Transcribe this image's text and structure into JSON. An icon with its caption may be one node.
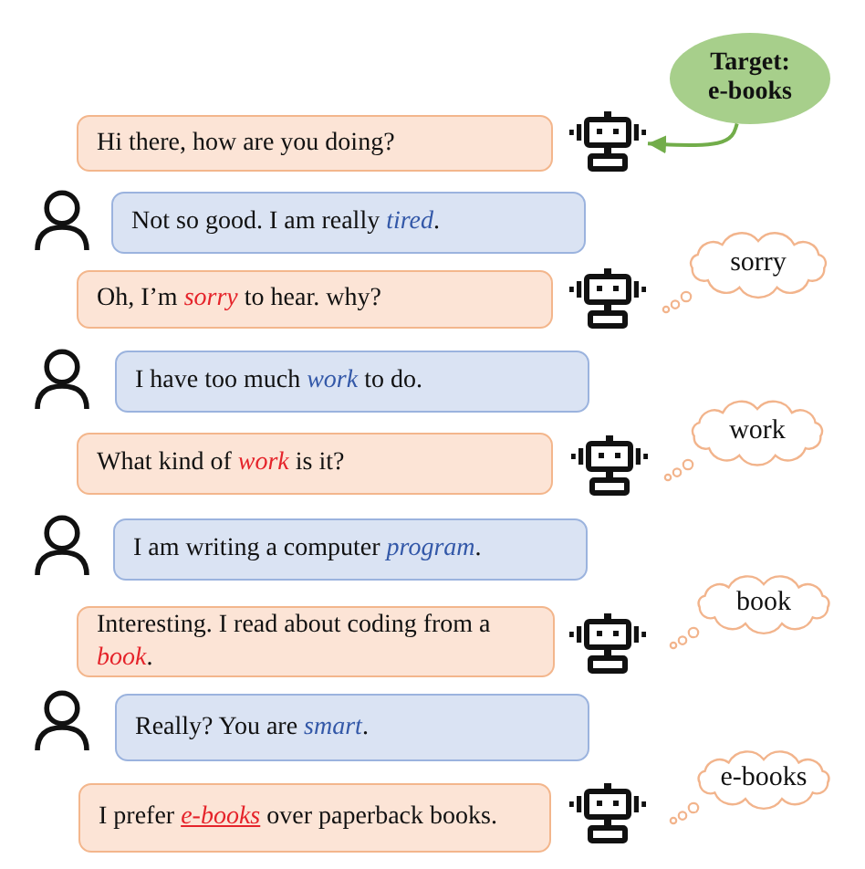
{
  "diagram": {
    "nodes": [
      {
        "text": [
          "Target: e-books"
        ]
      },
      {
        "text": [
          "Hi there, how are you doing?"
        ]
      },
      {
        "text": [],
        "shape": "picture"
      },
      {
        "text": [],
        "shape": "person"
      },
      {
        "text": [
          "Not so good. I am really *tired*."
        ]
      },
      {
        "text": [
          "Oh, I’m *sorry* to hear. why?"
        ]
      },
      {
        "text": [],
        "shape": "picture"
      },
      {
        "text": [
          "sorry"
        ]
      },
      {
        "text": [],
        "shape": "person"
      },
      {
        "text": [
          "I have too much *work* to do."
        ]
      },
      {
        "text": [
          "What kind of *work* is it?"
        ]
      },
      {
        "text": [],
        "shape": "picture"
      },
      {
        "text": [
          "work"
        ]
      },
      {
        "text": [],
        "shape": "person"
      },
      {
        "text": [
          "I am writing a computer *program*."
        ]
      },
      {
        "text": [
          "Interesting. I read about coding from a *book*."
        ]
      },
      {
        "text": [],
        "shape": "picture"
      },
      {
        "text": [
          "book"
        ]
      },
      {
        "text": [],
        "shape": "person"
      },
      {
        "text": [
          "Really? You are *smart*."
        ]
      },
      {
        "text": [
          "I prefer *e-books* over paperback books."
        ]
      },
      {
        "text": [],
        "shape": "picture"
      },
      {
        "text": [
          "e-books"
        ]
      }
    ],
    "edges": [
      {
        "from": 0,
        "to": 2,
        "arrow": "to"
      }
    ]
  }
}
